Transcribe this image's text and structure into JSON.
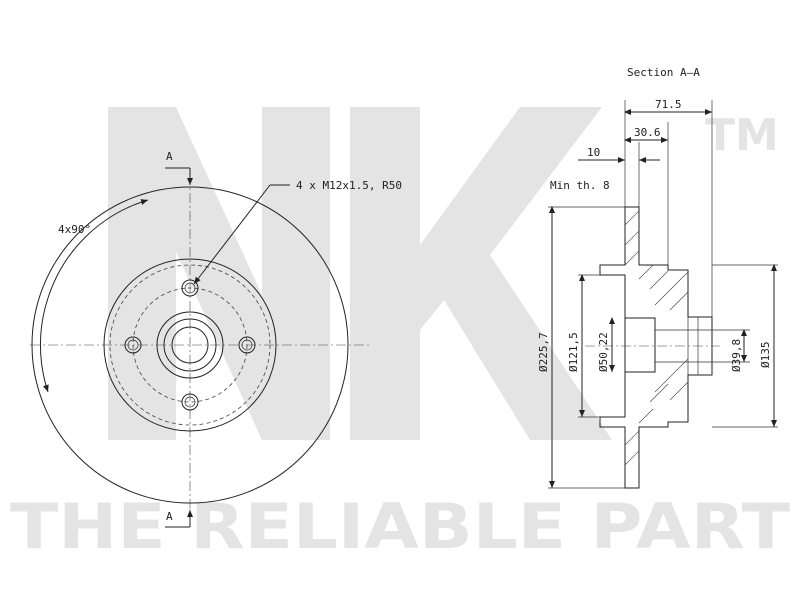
{
  "watermark": {
    "logo_letters": "NK",
    "trademark": "TM",
    "tagline": "THE RELIABLE PART",
    "color": "#e4e4e4"
  },
  "front_view": {
    "section_marker_top": "A",
    "section_marker_bottom": "A",
    "bolt_spec": "4 x M12x1.5, R50",
    "angle_spec": "4x90°"
  },
  "section_view": {
    "title": "Section A–A",
    "dimensions": {
      "total_depth": "71.5",
      "hub_depth": "30.6",
      "disc_thickness": "10",
      "min_thickness": "Min th. 8",
      "outer_diameter": "Ø225,7",
      "diameter_121": "Ø121,5",
      "diameter_50": "Ø50,22",
      "diameter_39": "Ø39,8",
      "diameter_135": "Ø135"
    }
  },
  "colors": {
    "line": "#222222",
    "watermark": "#e4e4e4",
    "background": "#ffffff"
  }
}
